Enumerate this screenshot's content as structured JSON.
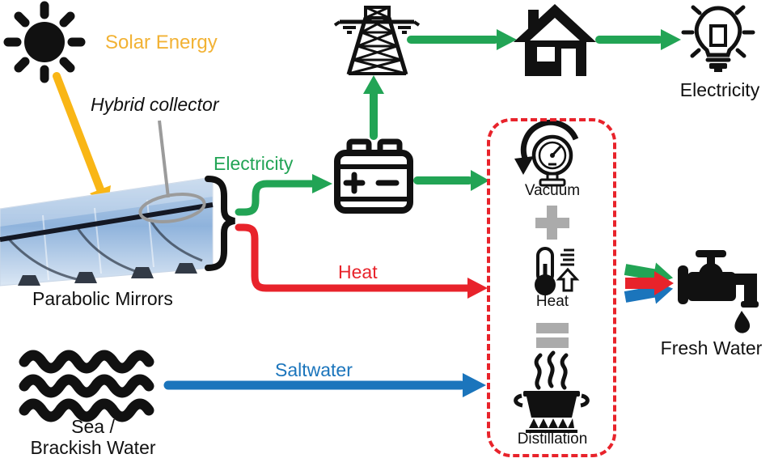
{
  "diagram_title": "Solar hybrid collector desalination process diagram",
  "labels": {
    "solar_energy": "Solar Energy",
    "hybrid_collector": "Hybrid collector",
    "electricity_in": "Electricity",
    "parabolic_mirrors": "Parabolic Mirrors",
    "heat_flow": "Heat",
    "saltwater": "Saltwater",
    "sea_water_line1": "Sea /",
    "sea_water_line2": "Brackish Water",
    "electricity_out": "Electricity",
    "fresh_water": "Fresh Water"
  },
  "process_box": {
    "steps": [
      {
        "icon": "vacuum-gauge-icon",
        "label": "Vacuum"
      },
      {
        "icon": "plus-icon",
        "label": ""
      },
      {
        "icon": "thermometer-icon",
        "label": "Heat"
      },
      {
        "icon": "equals-icon",
        "label": ""
      },
      {
        "icon": "distillation-pot-icon",
        "label": "Distillation"
      }
    ],
    "border_style": "dashed",
    "border_color": "#E8232B"
  },
  "icons": [
    "sun-icon",
    "parabolic-mirrors-photo",
    "brace",
    "battery-icon",
    "transmission-tower-icon",
    "house-icon",
    "light-bulb-icon",
    "vacuum-gauge-icon",
    "plus-icon",
    "thermometer-icon",
    "equals-icon",
    "distillation-pot-icon",
    "sea-waves-icon",
    "faucet-icon",
    "water-drop-icon"
  ],
  "colors": {
    "electricity_green": "#22A455",
    "heat_red": "#E8232B",
    "water_blue": "#1B75BC",
    "sunlight_yellow": "#F9B616",
    "solar_text_orange": "#F2B234",
    "operator_gray": "#ABABAB",
    "icon_black": "#111111",
    "callout_gray": "#9B9B9B"
  },
  "flows": [
    {
      "from": "sun",
      "to": "parabolic-mirrors",
      "color": "#F9B616",
      "label": ""
    },
    {
      "from": "hybrid-collector",
      "to": "battery",
      "color": "#22A455",
      "label": "Electricity"
    },
    {
      "from": "battery",
      "to": "transmission-tower",
      "color": "#22A455",
      "label": ""
    },
    {
      "from": "transmission-tower",
      "to": "house",
      "color": "#22A455",
      "label": ""
    },
    {
      "from": "house",
      "to": "light-bulb",
      "color": "#22A455",
      "label": "Electricity"
    },
    {
      "from": "battery",
      "to": "process-box",
      "color": "#22A455",
      "label": ""
    },
    {
      "from": "hybrid-collector",
      "to": "process-box",
      "color": "#E8232B",
      "label": "Heat"
    },
    {
      "from": "sea-brackish-water",
      "to": "process-box",
      "color": "#1B75BC",
      "label": "Saltwater"
    },
    {
      "from": "process-box",
      "to": "faucet",
      "color": "#22A455,#E8232B,#1B75BC",
      "label": "Fresh Water"
    }
  ]
}
